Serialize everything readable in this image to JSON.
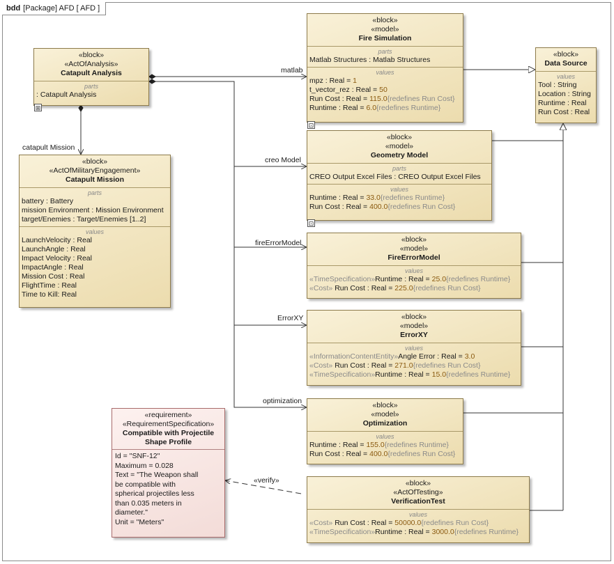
{
  "frame": {
    "kind": "bdd",
    "title": "[Package] AFD [ AFD ]"
  },
  "blocks": {
    "catapult_analysis": {
      "stereotypes": [
        "«block»",
        "«ActOfAnalysis»"
      ],
      "name": "Catapult Analysis",
      "parts_title": "parts",
      "parts": [
        ": Catapult Analysis"
      ]
    },
    "catapult_mission": {
      "stereotypes": [
        "«block»",
        "«ActOfMilitaryEngagement»"
      ],
      "name": "Catapult Mission",
      "parts_title": "parts",
      "parts": [
        {
          "name": "battery",
          "type": " : Battery"
        },
        {
          "name": "mission Environment",
          "type": " : Mission Environment"
        },
        {
          "name": "target/Enemies",
          "type": " : Target/Enemies [1..2]"
        }
      ],
      "values_title": "values",
      "values": [
        {
          "name": "LaunchVelocity",
          "type": " : Real"
        },
        {
          "name": "LaunchAngle",
          "type": " : Real"
        },
        {
          "name": "Impact Velocity",
          "type": " : Real"
        },
        {
          "name": "ImpactAngle",
          "type": " : Real"
        },
        {
          "name": "Mission Cost",
          "type": " : Real"
        },
        {
          "name": "FlightTime",
          "type": " : Real"
        },
        {
          "name": "Time to Kill",
          "type": ": Real"
        }
      ]
    },
    "fire_simulation": {
      "stereotypes": [
        "«block»",
        "«model»"
      ],
      "name": "Fire Simulation",
      "parts_title": "parts",
      "parts": [
        "Matlab Structures : Matlab Structures"
      ],
      "values_title": "values",
      "values": [
        {
          "name": "mpz",
          "type": " : Real = ",
          "val": "1",
          "red": ""
        },
        {
          "name": "t_vector_rez",
          "type": " : Real = ",
          "val": "50",
          "red": ""
        },
        {
          "name": "Run Cost",
          "type": " : Real = ",
          "val": "115.0",
          "red": "{redefines Run Cost}"
        },
        {
          "name": "Runtime",
          "type": " : Real = ",
          "val": "6.0",
          "red": "{redefines Runtime}"
        }
      ]
    },
    "geometry_model": {
      "stereotypes": [
        "«block»",
        "«model»"
      ],
      "name": "Geometry Model",
      "parts_title": "parts",
      "parts": [
        "CREO Output Excel Files : CREO Output Excel Files"
      ],
      "values_title": "values",
      "values": [
        {
          "name": "Runtime",
          "type": " : Real = ",
          "val": "33.0",
          "red": "{redefines Runtime}"
        },
        {
          "name": "Run Cost",
          "type": " : Real = ",
          "val": "400.0",
          "red": "{redefines Run Cost}"
        }
      ]
    },
    "fire_error_model": {
      "stereotypes": [
        "«block»",
        "«model»"
      ],
      "name": "FireErrorModel",
      "values_title": "values",
      "values": [
        {
          "st": "«TimeSpecification»",
          "name": "Runtime",
          "type": " : Real = ",
          "val": "25.0",
          "red": "{redefines Runtime}"
        },
        {
          "st": "«Cost»",
          "name": " Run Cost",
          "type": " : Real = ",
          "val": "225.0",
          "red": "{redefines Run Cost}"
        }
      ]
    },
    "error_xy": {
      "stereotypes": [
        "«block»",
        "«model»"
      ],
      "name": "ErrorXY",
      "values_title": "values",
      "values": [
        {
          "st": "«InformationContentEntity»",
          "name": "Angle Error",
          "type": " : Real = ",
          "val": "3.0",
          "red": ""
        },
        {
          "st": "«Cost»",
          "name": " Run Cost",
          "type": " : Real = ",
          "val": "271.0",
          "red": "{redefines Run Cost}"
        },
        {
          "st": "«TimeSpecification»",
          "name": "Runtime",
          "type": " : Real = ",
          "val": "15.0",
          "red": "{redefines Runtime}"
        }
      ]
    },
    "optimization": {
      "stereotypes": [
        "«block»",
        "«model»"
      ],
      "name": "Optimization",
      "values_title": "values",
      "values": [
        {
          "name": "Runtime",
          "type": " : Real = ",
          "val": "155.0",
          "red": "{redefines Runtime}"
        },
        {
          "name": "Run Cost",
          "type": " : Real = ",
          "val": "400.0",
          "red": "{redefines Run Cost}"
        }
      ]
    },
    "verification_test": {
      "stereotypes": [
        "«block»",
        "«ActOfTesting»"
      ],
      "name": "VerificationTest",
      "values_title": "values",
      "values": [
        {
          "st": "«Cost»",
          "name": " Run Cost",
          "type": " : Real = ",
          "val": "50000.0",
          "red": "{redefines Run Cost}"
        },
        {
          "st": "«TimeSpecification»",
          "name": "Runtime",
          "type": " : Real = ",
          "val": "3000.0",
          "red": "{redefines Runtime}"
        }
      ]
    },
    "data_source": {
      "stereotypes": [
        "«block»"
      ],
      "name": "Data Source",
      "values_title": "values",
      "values": [
        {
          "name": "Tool",
          "type": " : String"
        },
        {
          "name": "Location",
          "type": " : String"
        },
        {
          "name": "Runtime",
          "type": " : Real"
        },
        {
          "name": "Run Cost",
          "type": " : Real"
        }
      ]
    }
  },
  "requirement": {
    "stereotypes": [
      "«requirement»",
      "«RequirementSpecification»"
    ],
    "name_lines": [
      "Compatible with Projectile",
      "Shape Profile"
    ],
    "lines": [
      "Id = \"SNF-12\"",
      "Maximum = 0.028",
      "Text = \"The Weapon shall",
      "be compatible with",
      "spherical projectiles less",
      "than 0.035 meters in",
      "diameter.\"",
      "Unit = \"Meters\""
    ]
  },
  "connector_labels": {
    "matlab": "matlab",
    "creo": "creo Model",
    "fire_error": "fireErrorModel",
    "error_xy": "ErrorXY",
    "optimization": "optimization",
    "catapult_mission": "catapult Mission",
    "verify": "«verify»"
  }
}
